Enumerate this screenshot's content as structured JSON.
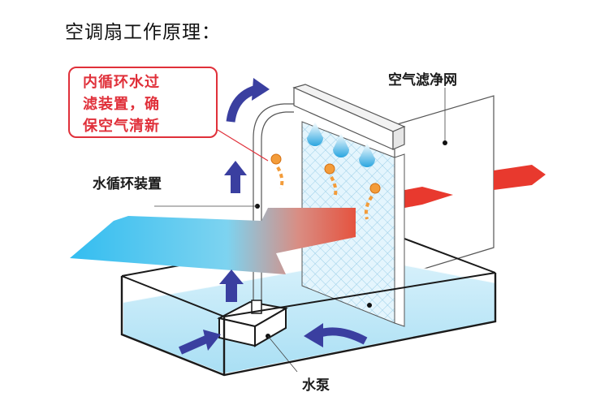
{
  "title": "空调扇工作原理：",
  "callout": {
    "lines": [
      "内循环水过",
      "滤装置，确",
      "保空气清新"
    ]
  },
  "labels": {
    "filter_net": "空气滤净网",
    "water_circulation": "水循环装置",
    "water_pump": "水泵"
  },
  "colors": {
    "callout_red": "#e0303a",
    "arrow_blue": "#3a3fa0",
    "cool_air": "#4fc3ec",
    "warm_air": "#e8392e",
    "water": "#bfe6f7",
    "droplet_orange": "#f39c3a"
  }
}
